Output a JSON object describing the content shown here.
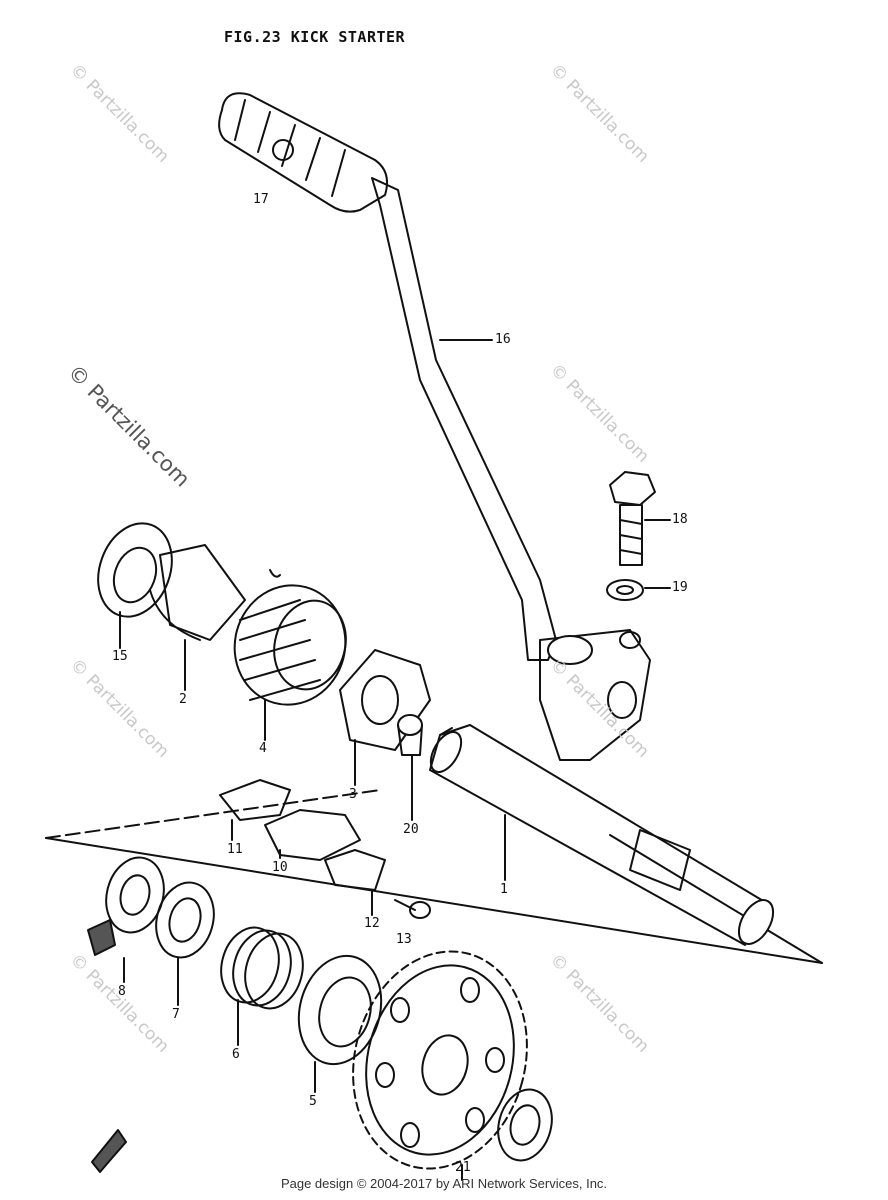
{
  "figure": {
    "title": "FIG.23  KICK STARTER"
  },
  "parts": {
    "p1": "1",
    "p2": "2",
    "p3": "3",
    "p4": "4",
    "p5": "5",
    "p6": "6",
    "p7": "7",
    "p8": "8",
    "p10": "10",
    "p11": "11",
    "p12": "12",
    "p13": "13",
    "p15": "15",
    "p16": "16",
    "p17": "17",
    "p18": "18",
    "p19": "19",
    "p20": "20",
    "p21": "21"
  },
  "watermark": {
    "text": "© Partzilla.com"
  },
  "footer": {
    "text": "Page design © 2004-2017 by ARI Network Services, Inc."
  },
  "icons": {
    "fwd_arrow": "fwd-arrow-icon"
  }
}
